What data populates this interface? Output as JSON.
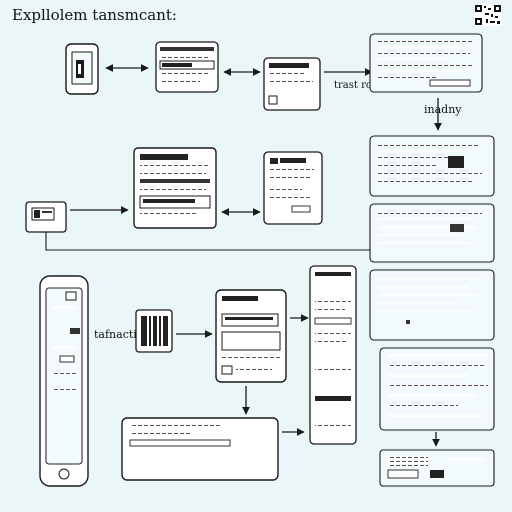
{
  "diagram": {
    "title": "Expllolem tansmcant:",
    "labels": {
      "trust": "trast rcant",
      "inadny": "inadny",
      "transaction": "tafnactin"
    }
  },
  "colors": {
    "background": "#eaf6f8",
    "stroke": "#1a1a1a",
    "panel_fill": "#ffffff",
    "doc_fill": "#f3fafb"
  }
}
